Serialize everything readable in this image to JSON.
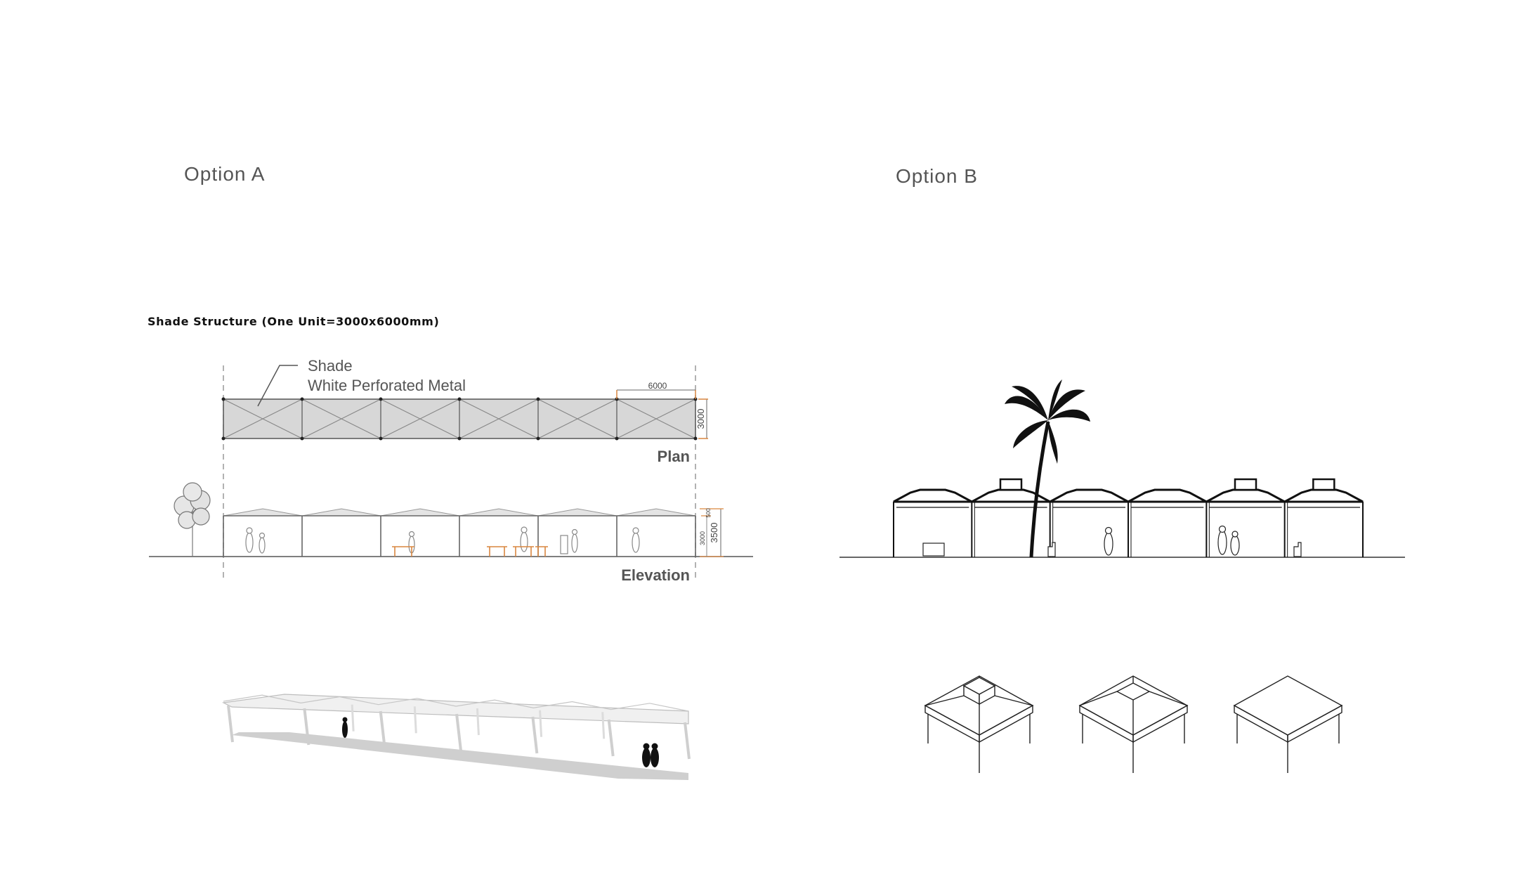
{
  "option_a": {
    "title": "Option A",
    "subtitle": "Shade Structure (One Unit=3000x6000mm)",
    "callout_line1": "Shade",
    "callout_line2": "White Perforated Metal",
    "plan_label": "Plan",
    "elevation_label": "Elevation",
    "dim_width": "6000",
    "dim_depth": "3000",
    "dim_height": "3500",
    "dim_clear_height": "3000",
    "dim_roof": "500",
    "unit_count": 6,
    "accent_color": "#d9863f"
  },
  "option_b": {
    "title": "Option B",
    "unit_count": 6
  },
  "colors": {
    "shade_fill": "#d7d7d7",
    "line": "#444444",
    "dimension": "#d9863f",
    "label": "#555555"
  }
}
